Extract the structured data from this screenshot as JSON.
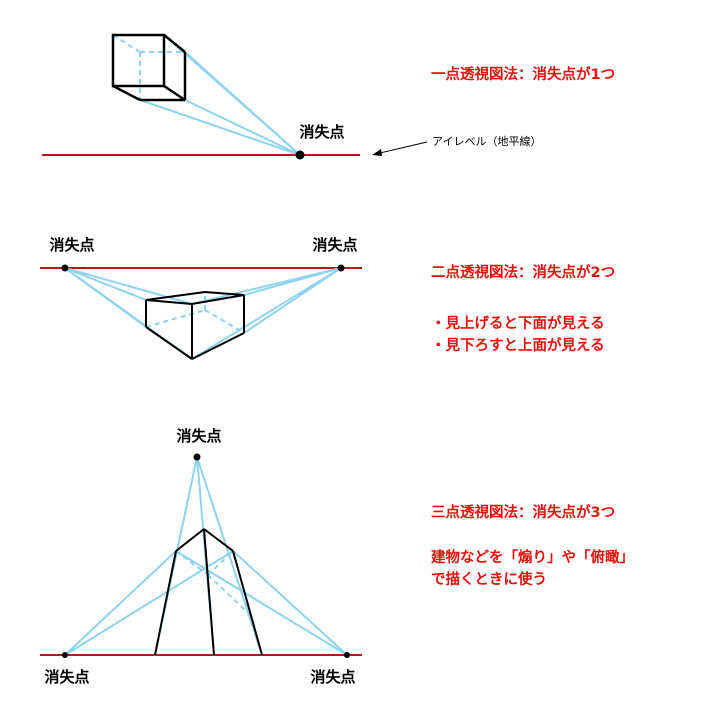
{
  "colors": {
    "horizon": "#b51a1a",
    "guide": "#8fd3ee",
    "edge": "#000000",
    "text_red": "#e8120c"
  },
  "one_point": {
    "vp_label": "消失点",
    "eye_level_label": "アイレベル（地平線）",
    "title": "一点透視図法：消失点が1つ"
  },
  "two_point": {
    "vp_left_label": "消失点",
    "vp_right_label": "消失点",
    "title": "二点透視図法：消失点が2つ",
    "notes": [
      "・見上げると下面が見える",
      "・見下ろすと上面が見える"
    ]
  },
  "three_point": {
    "vp_top_label": "消失点",
    "vp_left_label": "消失点",
    "vp_right_label": "消失点",
    "title": "三点透視図法：消失点が3つ",
    "notes": [
      "建物などを「煽り」や「俯瞰」",
      "で描くときに使う"
    ]
  }
}
